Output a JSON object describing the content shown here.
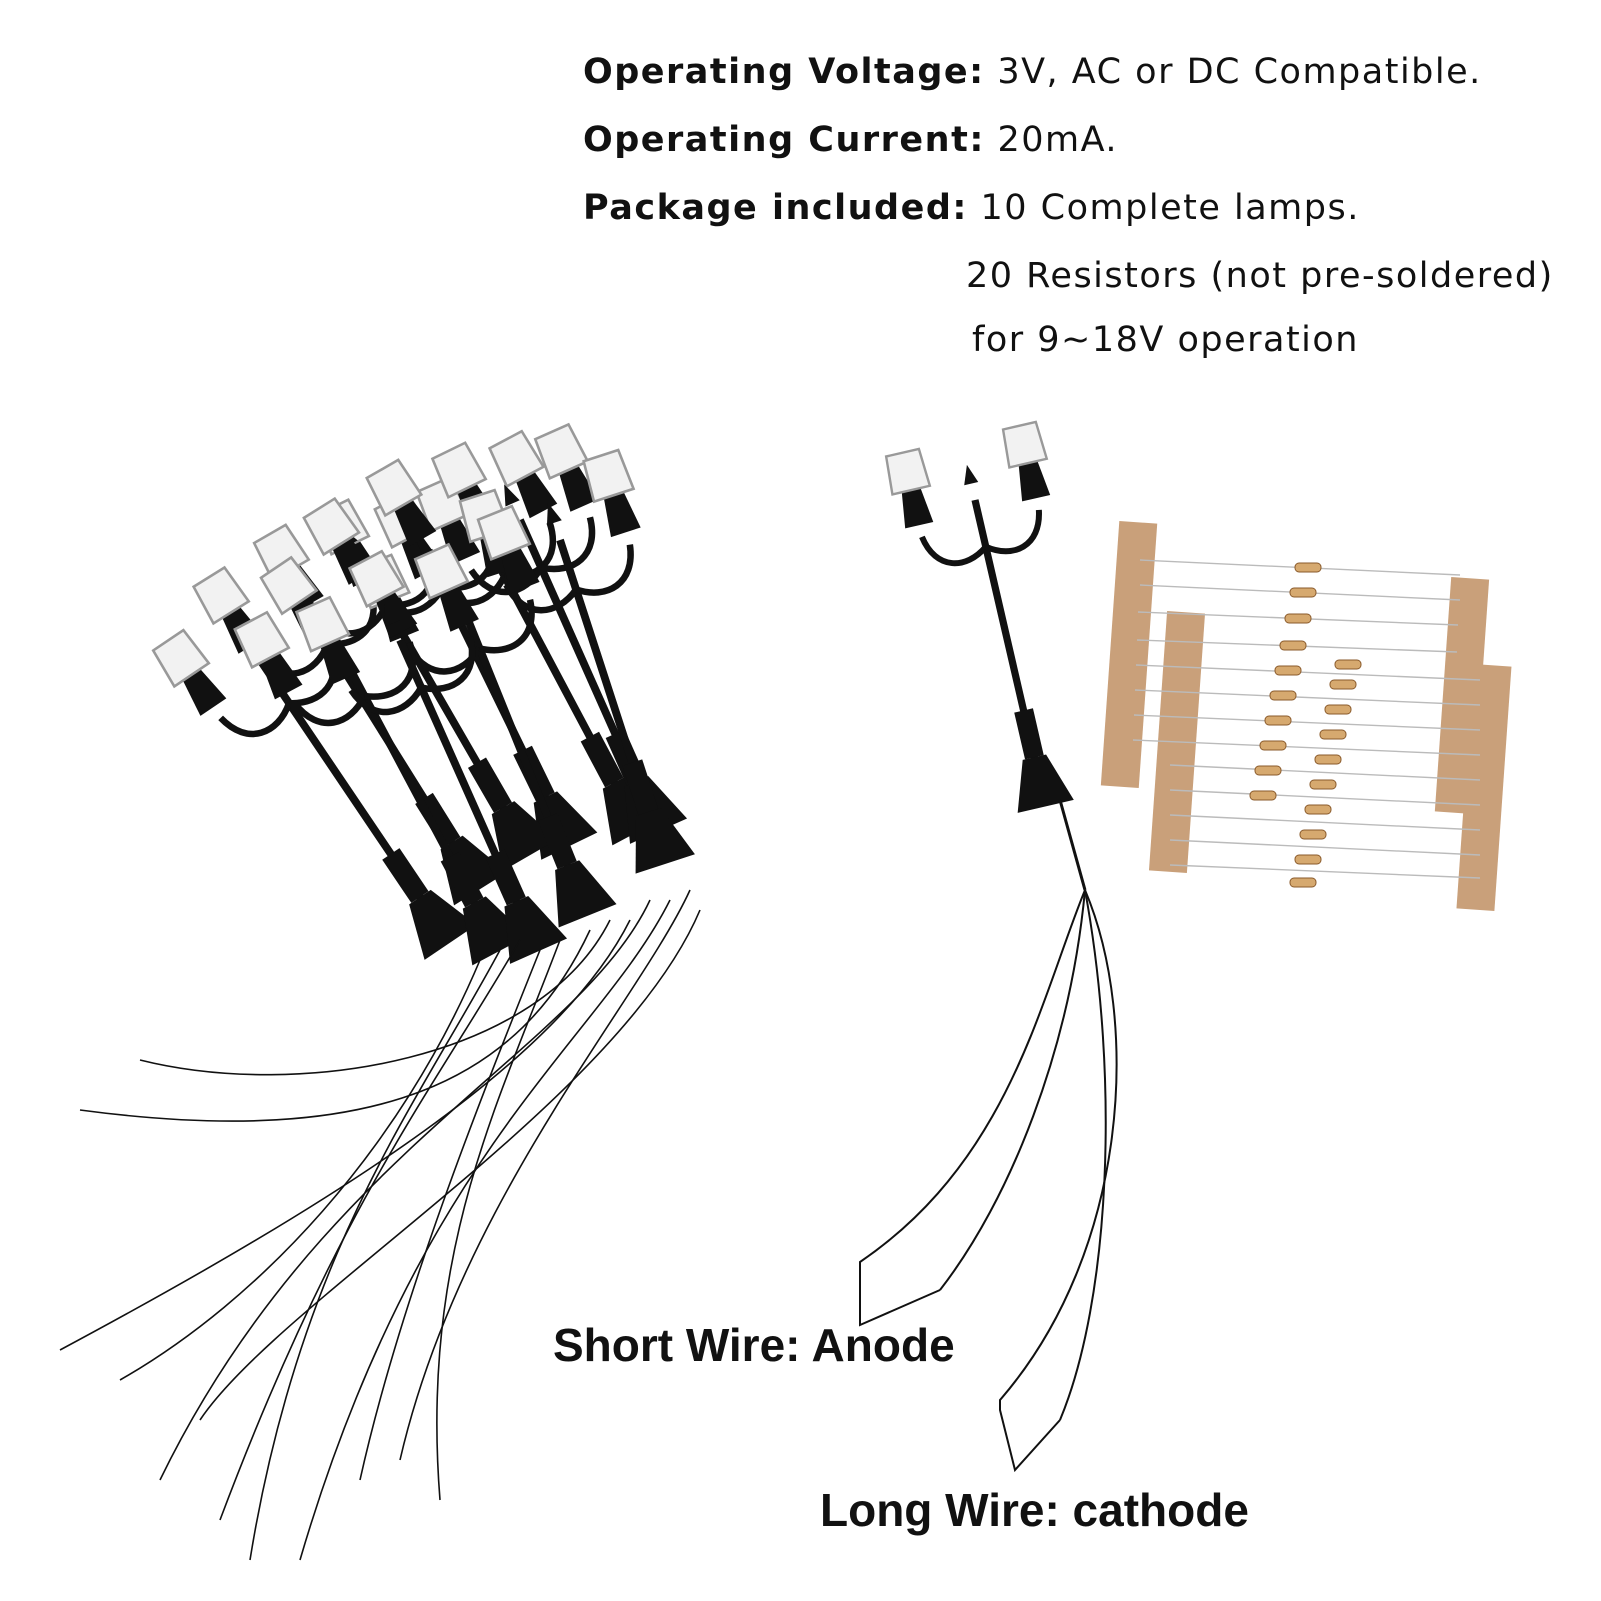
{
  "specs": {
    "voltage_label": "Operating Voltage:",
    "voltage_value": "3V, AC or DC Compatible.",
    "current_label": "Operating Current:",
    "current_value": "20mA.",
    "package_label": "Package included:",
    "package_value": "10 Complete lamps.",
    "package_line2": "20 Resistors (not pre-soldered)",
    "package_line3": "for 9~18V operation"
  },
  "labels": {
    "short_wire": "Short Wire: Anode",
    "long_wire": "Long Wire: cathode"
  },
  "colors": {
    "lamp_black": "#111111",
    "tape_brown": "#c9a07a",
    "resistor_body": "#d6a96f"
  }
}
